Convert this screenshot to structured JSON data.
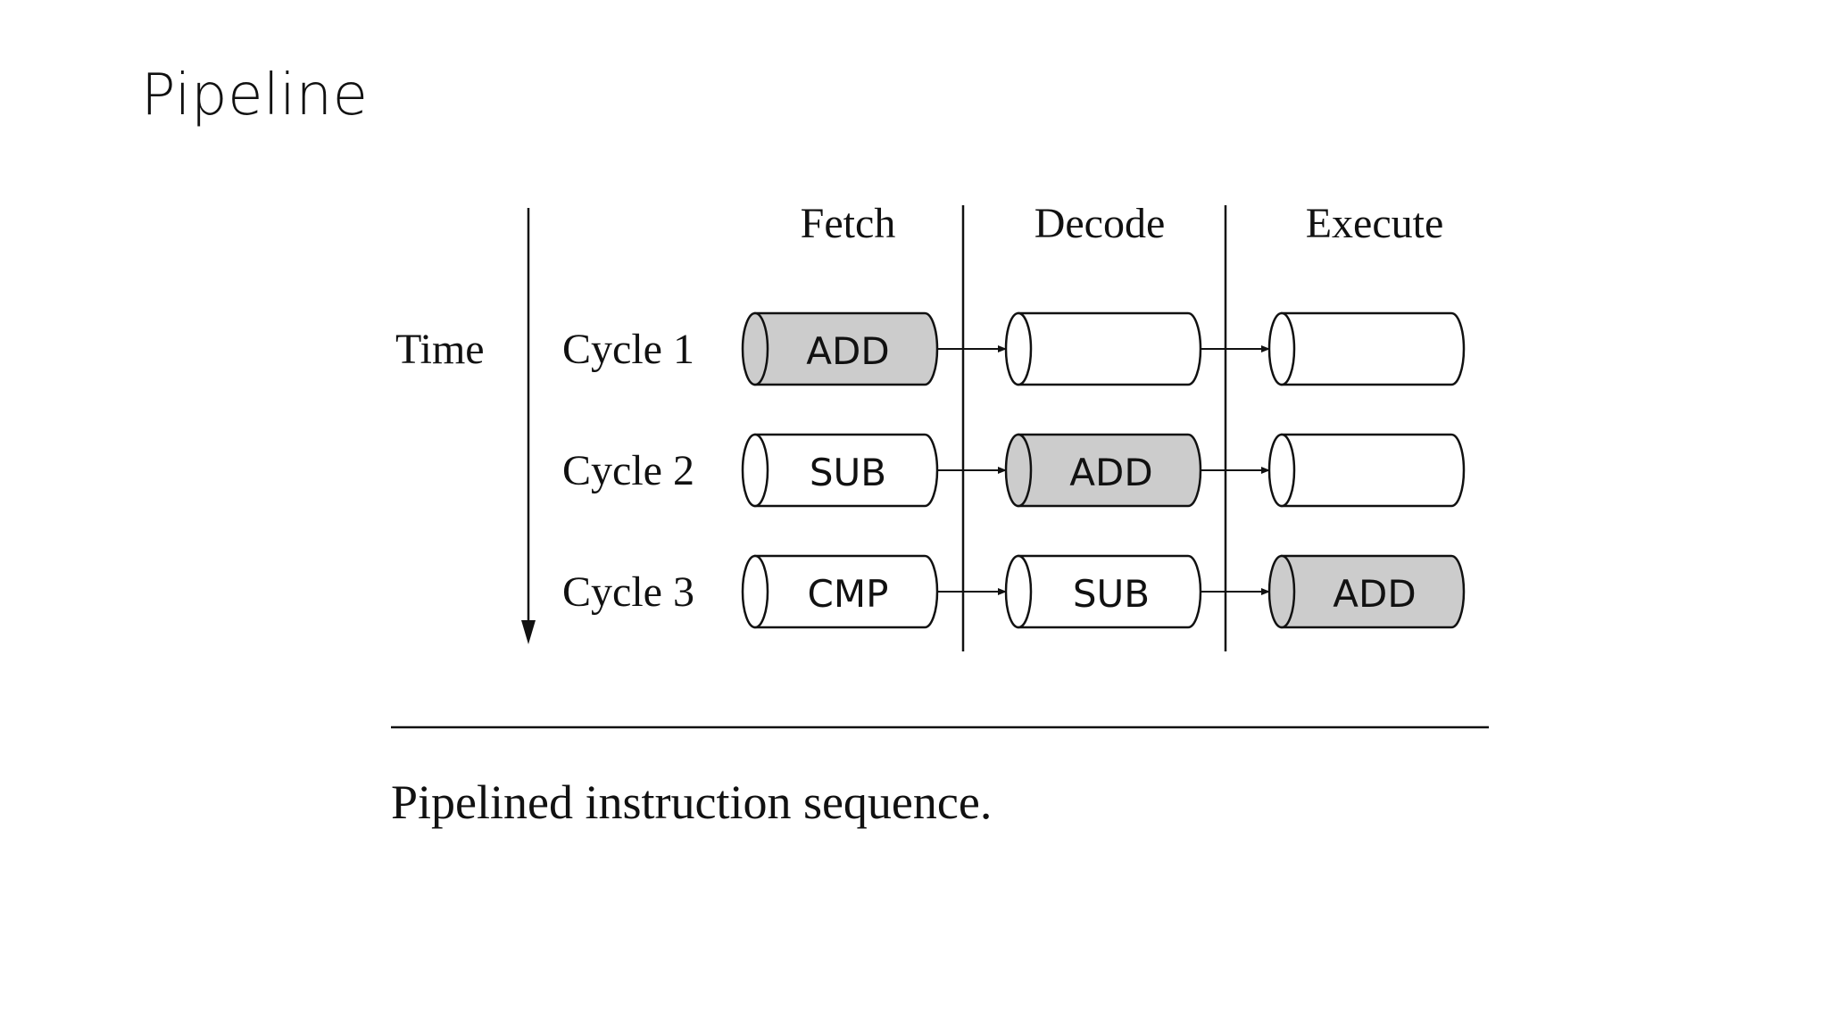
{
  "slide": {
    "title": "Pipeline"
  },
  "diagram": {
    "stages": [
      "Fetch",
      "Decode",
      "Execute"
    ],
    "time_label": "Time",
    "cycles": [
      {
        "label": "Cycle 1",
        "cells": [
          "ADD",
          "",
          ""
        ],
        "active": [
          true,
          false,
          false
        ]
      },
      {
        "label": "Cycle 2",
        "cells": [
          "SUB",
          "ADD",
          ""
        ],
        "active": [
          false,
          true,
          false
        ]
      },
      {
        "label": "Cycle 3",
        "cells": [
          "CMP",
          "SUB",
          "ADD"
        ],
        "active": [
          false,
          false,
          true
        ]
      }
    ],
    "caption": "Pipelined instruction sequence."
  },
  "colors": {
    "active_fill": "#cccccc",
    "inactive_fill": "#ffffff",
    "stroke": "#111111"
  }
}
